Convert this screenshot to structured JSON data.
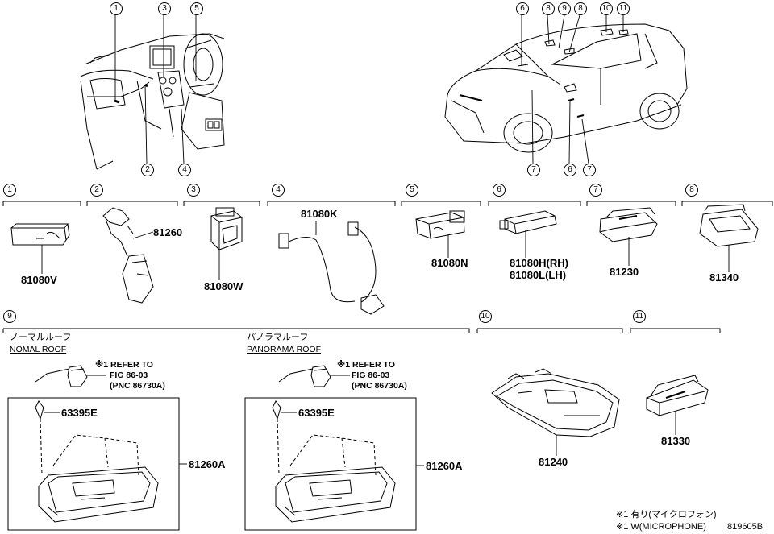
{
  "callouts": [
    "1",
    "2",
    "3",
    "4",
    "5",
    "6",
    "7",
    "8",
    "9",
    "10",
    "11"
  ],
  "parts": {
    "p1": "81080V",
    "p2": "81260",
    "p3": "81080W",
    "p4": "81080K",
    "p5": "81080N",
    "p6a": "81080H(RH)",
    "p6b": "81080L(LH)",
    "p7": "81230",
    "p8": "81340",
    "p10": "81240",
    "p11": "81330",
    "p9_bolt_a": "63395E",
    "p9_lamp_a": "81260A",
    "p9_bolt_b": "63395E",
    "p9_lamp_b": "81260A"
  },
  "roofs": {
    "normal_jp": "ノーマルルーフ",
    "normal_en": "NOMAL ROOF",
    "panorama_jp": "パノラマルーフ",
    "panorama_en": "PANORAMA ROOF"
  },
  "refs": {
    "line1": "※1 REFER TO",
    "line2": "FIG 86-03",
    "line3": "(PNC 86730A)"
  },
  "notes": {
    "n1": "※1 有り(マイクロフォン)",
    "n2": "※1 W(MICROPHONE)"
  },
  "figure_code": "819605B"
}
